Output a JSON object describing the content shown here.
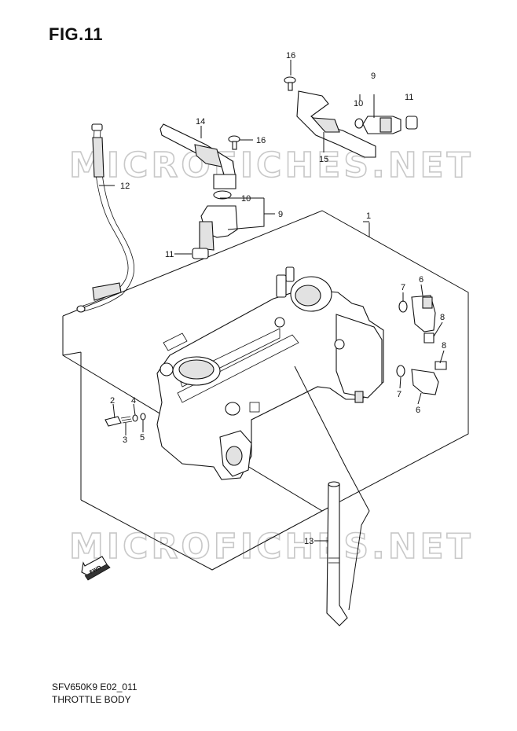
{
  "figure": {
    "title": "FIG.11",
    "code": "SFV650K9 E02_011",
    "subtitle": "THROTTLE BODY"
  },
  "watermark": {
    "text": "MICROFICHES.NET",
    "color": "#c8c8c8"
  },
  "callouts": {
    "c1": "1",
    "c2": "2",
    "c3": "3",
    "c4": "4",
    "c5": "5",
    "c6a": "6",
    "c6b": "6",
    "c7a": "7",
    "c7b": "7",
    "c8a": "8",
    "c8b": "8",
    "c9a": "9",
    "c9b": "9",
    "c10a": "10",
    "c10b": "10",
    "c11a": "11",
    "c11b": "11",
    "c12": "12",
    "c13": "13",
    "c14": "14",
    "c15": "15",
    "c16a": "16",
    "c16b": "16"
  },
  "fwd_label": "FWD",
  "colors": {
    "ink": "#111111",
    "paper": "#ffffff",
    "shade": "#e2e2e2"
  }
}
